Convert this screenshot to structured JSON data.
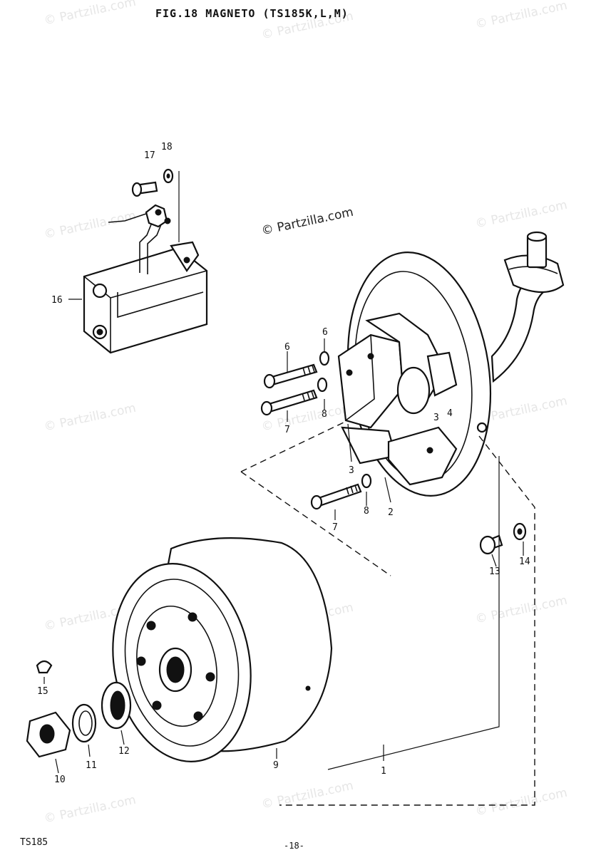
{
  "figure": {
    "title": "FIG.18  MAGNETO (TS185K,L,M)",
    "model_code": "TS185",
    "page_number": "-18-"
  },
  "watermark": {
    "text": "© Partzilla.com"
  },
  "callouts": [
    {
      "id": "c1",
      "label": "1"
    },
    {
      "id": "c2",
      "label": "2"
    },
    {
      "id": "c3a",
      "label": "3"
    },
    {
      "id": "c3b",
      "label": "3"
    },
    {
      "id": "c4",
      "label": "4"
    },
    {
      "id": "c6a",
      "label": "6"
    },
    {
      "id": "c6b",
      "label": "6"
    },
    {
      "id": "c7a",
      "label": "7"
    },
    {
      "id": "c7b",
      "label": "7"
    },
    {
      "id": "c8a",
      "label": "8"
    },
    {
      "id": "c8b",
      "label": "8"
    },
    {
      "id": "c9",
      "label": "9"
    },
    {
      "id": "c10",
      "label": "10"
    },
    {
      "id": "c11",
      "label": "11"
    },
    {
      "id": "c12",
      "label": "12"
    },
    {
      "id": "c13",
      "label": "13"
    },
    {
      "id": "c14",
      "label": "14"
    },
    {
      "id": "c15",
      "label": "15"
    },
    {
      "id": "c16",
      "label": "16"
    },
    {
      "id": "c17",
      "label": "17"
    },
    {
      "id": "c18",
      "label": "18"
    }
  ]
}
